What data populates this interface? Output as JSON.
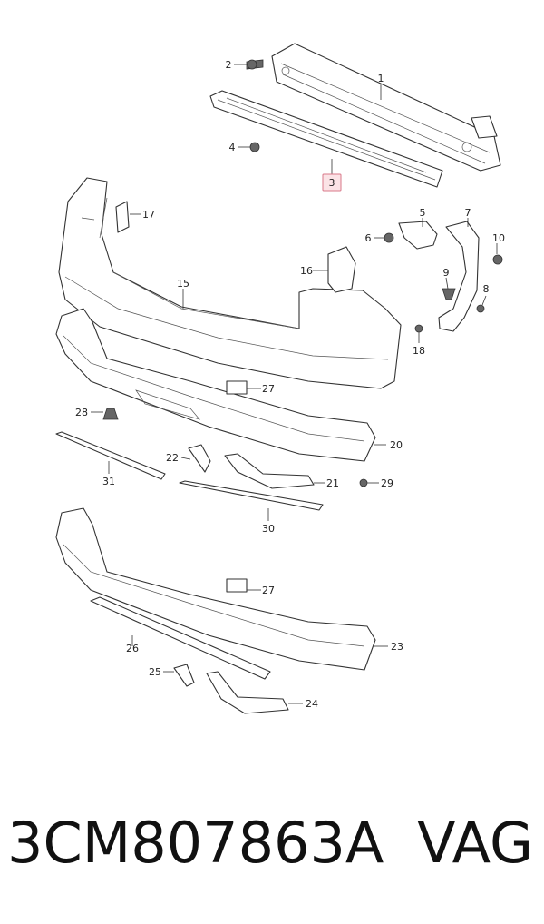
{
  "diagram": {
    "highlighted_callout": "3",
    "callouts": [
      "1",
      "2",
      "3",
      "4",
      "5",
      "6",
      "7",
      "8",
      "9",
      "10",
      "15",
      "16",
      "17",
      "18",
      "20",
      "21",
      "22",
      "23",
      "24",
      "25",
      "26",
      "27",
      "27",
      "28",
      "29",
      "30",
      "31"
    ]
  },
  "footer": {
    "part_number": "3CM807863A",
    "brand": "VAG"
  }
}
